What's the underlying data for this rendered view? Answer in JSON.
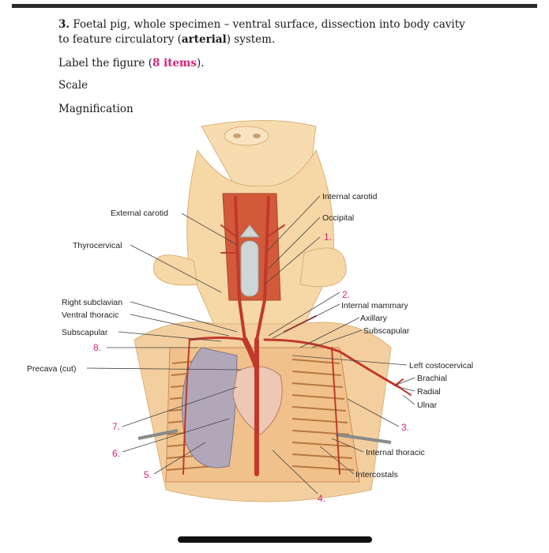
{
  "question": {
    "number": "3.",
    "text_a": " Foetal pig, whole specimen – ventral surface, dissection into body cavity to feature circulatory (",
    "bold_word": "arterial",
    "text_b": ") system."
  },
  "instruction": {
    "prefix": "Label the figure (",
    "highlight": "8 items",
    "suffix": ")."
  },
  "scale_label": "Scale",
  "magnification_label": "Magnification",
  "figure": {
    "labels": {
      "internal_carotid": "Internal carotid",
      "external_carotid": "External carotid",
      "occipital": "Occipital",
      "thyrocervical": "Thyrocervical",
      "right_subclavian": "Right subclavian",
      "ventral_thoracic": "Ventral thoracic",
      "subscapular_left": "Subscapular",
      "internal_mammary": "Internal mammary",
      "axillary": "Axillary",
      "subscapular_right": "Subscapular",
      "precava": "Precava (cut)",
      "left_costocervical": "Left costocervical",
      "brachial": "Brachial",
      "radial": "Radial",
      "ulnar": "Ulnar",
      "internal_thoracic": "Internal thoracic",
      "intercostals": "Intercostals"
    },
    "numbers": {
      "n1": "1.",
      "n2": "2.",
      "n3": "3.",
      "n4": "4.",
      "n5": "5.",
      "n6": "6.",
      "n7": "7.",
      "n8": "8."
    }
  },
  "colors": {
    "accent_pink": "#d6237a",
    "artery_red": "#c0392b",
    "skin": "#f7dcb0",
    "rib": "#e8b07c"
  }
}
